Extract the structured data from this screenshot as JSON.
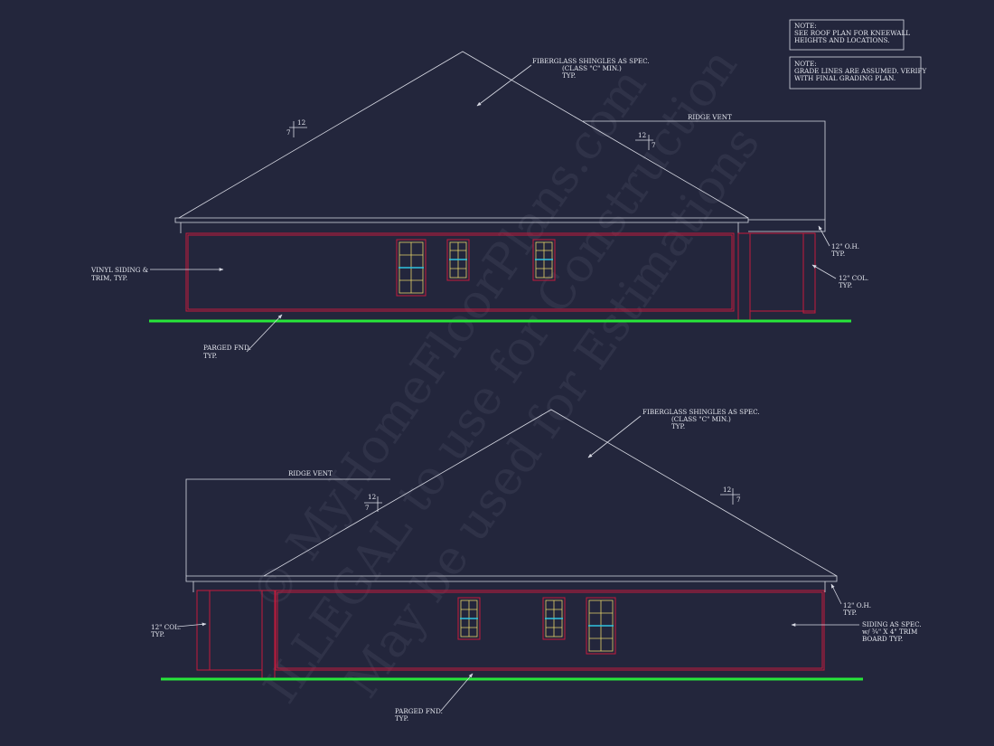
{
  "notes": {
    "note1": [
      "NOTE:",
      "SEE ROOF PLAN FOR KNEEWALL",
      "HEIGHTS AND LOCATIONS."
    ],
    "note2": [
      "NOTE:",
      "GRADE LINES ARE ASSUMED. VERIFY",
      "WITH FINAL GRADING PLAN."
    ]
  },
  "elevation_top": {
    "shingles": [
      "FIBERGLASS SHINGLES AS SPEC.",
      "(CLASS \"C\" MIN.)",
      "TYP."
    ],
    "ridge_vent": "RIDGE VENT",
    "pitch_a": {
      "rise": "7",
      "run": "12"
    },
    "pitch_b": {
      "rise": "7",
      "run": "12"
    },
    "siding": [
      "VINYL SIDING &",
      "TRIM, TYP."
    ],
    "overhang": [
      "12\" O.H.",
      "TYP."
    ],
    "column": [
      "12\" COL.",
      "TYP."
    ],
    "foundation": [
      "PARGED FND.",
      "TYP."
    ]
  },
  "elevation_bottom": {
    "shingles": [
      "FIBERGLASS SHINGLES AS SPEC.",
      "(CLASS \"C\" MIN.)",
      "TYP."
    ],
    "ridge_vent": "RIDGE VENT",
    "pitch_a": {
      "rise": "7",
      "run": "12"
    },
    "pitch_b": {
      "rise": "7",
      "run": "12"
    },
    "column": [
      "12\" COL.",
      "TYP."
    ],
    "overhang": [
      "12\" O.H.",
      "TYP."
    ],
    "siding": [
      "SIDING AS SPEC.",
      "w/ ¾\" X 4\" TRIM",
      "BOARD TYP."
    ],
    "foundation": [
      "PARGED FND.",
      "TYP."
    ]
  },
  "watermark": {
    "line1": "© MyHomeFloorPlans.com",
    "line2": "ILLEGAL to use for Construction",
    "line3": "May be used for Estimations"
  },
  "colors": {
    "background": "#23263c",
    "linework": "#d8dae4",
    "walls": "#c41a3c",
    "grade": "#27e63a",
    "window_mullion": "#e5d36a",
    "window_sill": "#2fc3e0"
  }
}
